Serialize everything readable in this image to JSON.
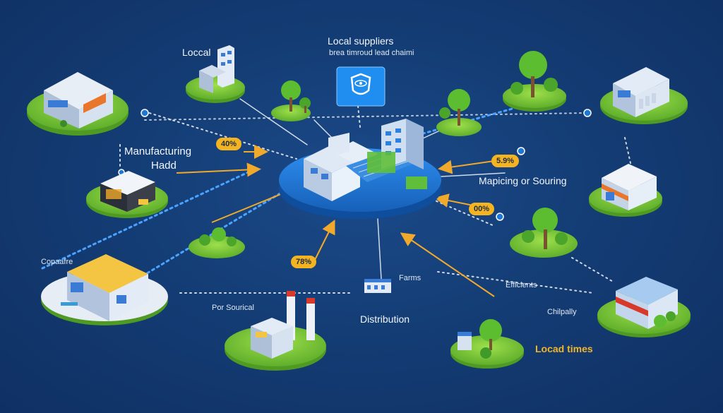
{
  "labels": {
    "local": "Loccal",
    "local_suppliers": "Local suppliers",
    "local_suppliers_sub": "brea timroud lead chaimi",
    "manufacturing_line1": "Manufacturing",
    "manufacturing_line2": "Hadd",
    "mapping_sourcing": "Mapicing or Souring",
    "copaafre": "Copaafre",
    "por_sourical": "Por Sourical",
    "farms": "Farms",
    "distribution": "Distribution",
    "efficients": "Efficients",
    "chilpally": "Chilpally",
    "local_times": "Locad times"
  },
  "badges": {
    "b40": "40%",
    "b59": "5.9%",
    "b00": "00%",
    "b78": "78%"
  },
  "colors": {
    "background": "#143d75",
    "hub": "#1f78d6",
    "island": "#7fcf3a",
    "badge": "#f4b321",
    "connector": "#4aa3ff",
    "arrow": "#f0a92a"
  },
  "icons": {
    "security": "shield-eye-icon"
  }
}
